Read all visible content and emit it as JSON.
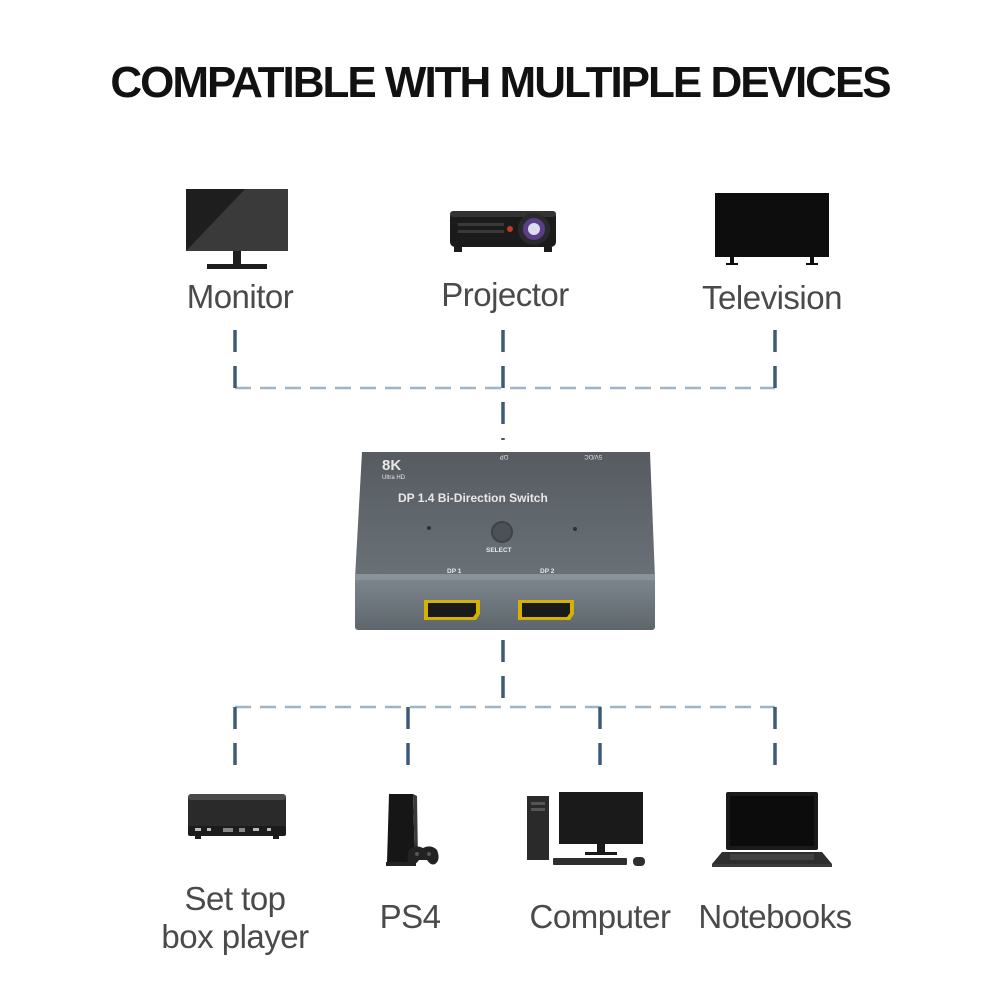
{
  "title": "COMPATIBLE WITH MULTIPLE DEVICES",
  "outputs": [
    {
      "label": "Monitor",
      "icon": "monitor-icon"
    },
    {
      "label": "Projector",
      "icon": "projector-icon"
    },
    {
      "label": "Television",
      "icon": "television-icon"
    }
  ],
  "inputs": [
    {
      "label_line1": "Set top",
      "label_line2": "box player",
      "icon": "set-top-box-icon"
    },
    {
      "label": "PS4",
      "icon": "game-console-icon"
    },
    {
      "label": "Computer",
      "icon": "desktop-computer-icon"
    },
    {
      "label": "Notebooks",
      "icon": "laptop-icon"
    }
  ],
  "device": {
    "resolution": "8K",
    "resolution_sub": "Ultra HD",
    "name": "DP 1.4 Bi-Direction Switch",
    "top_port": "DP",
    "power_port": "5V/DC",
    "button": "SELECT",
    "port1": "DP 1",
    "port2": "DP 2"
  },
  "colors": {
    "connector": "#9fb4c7",
    "device_body": "#5b6268",
    "port_gold": "#e2c300"
  }
}
